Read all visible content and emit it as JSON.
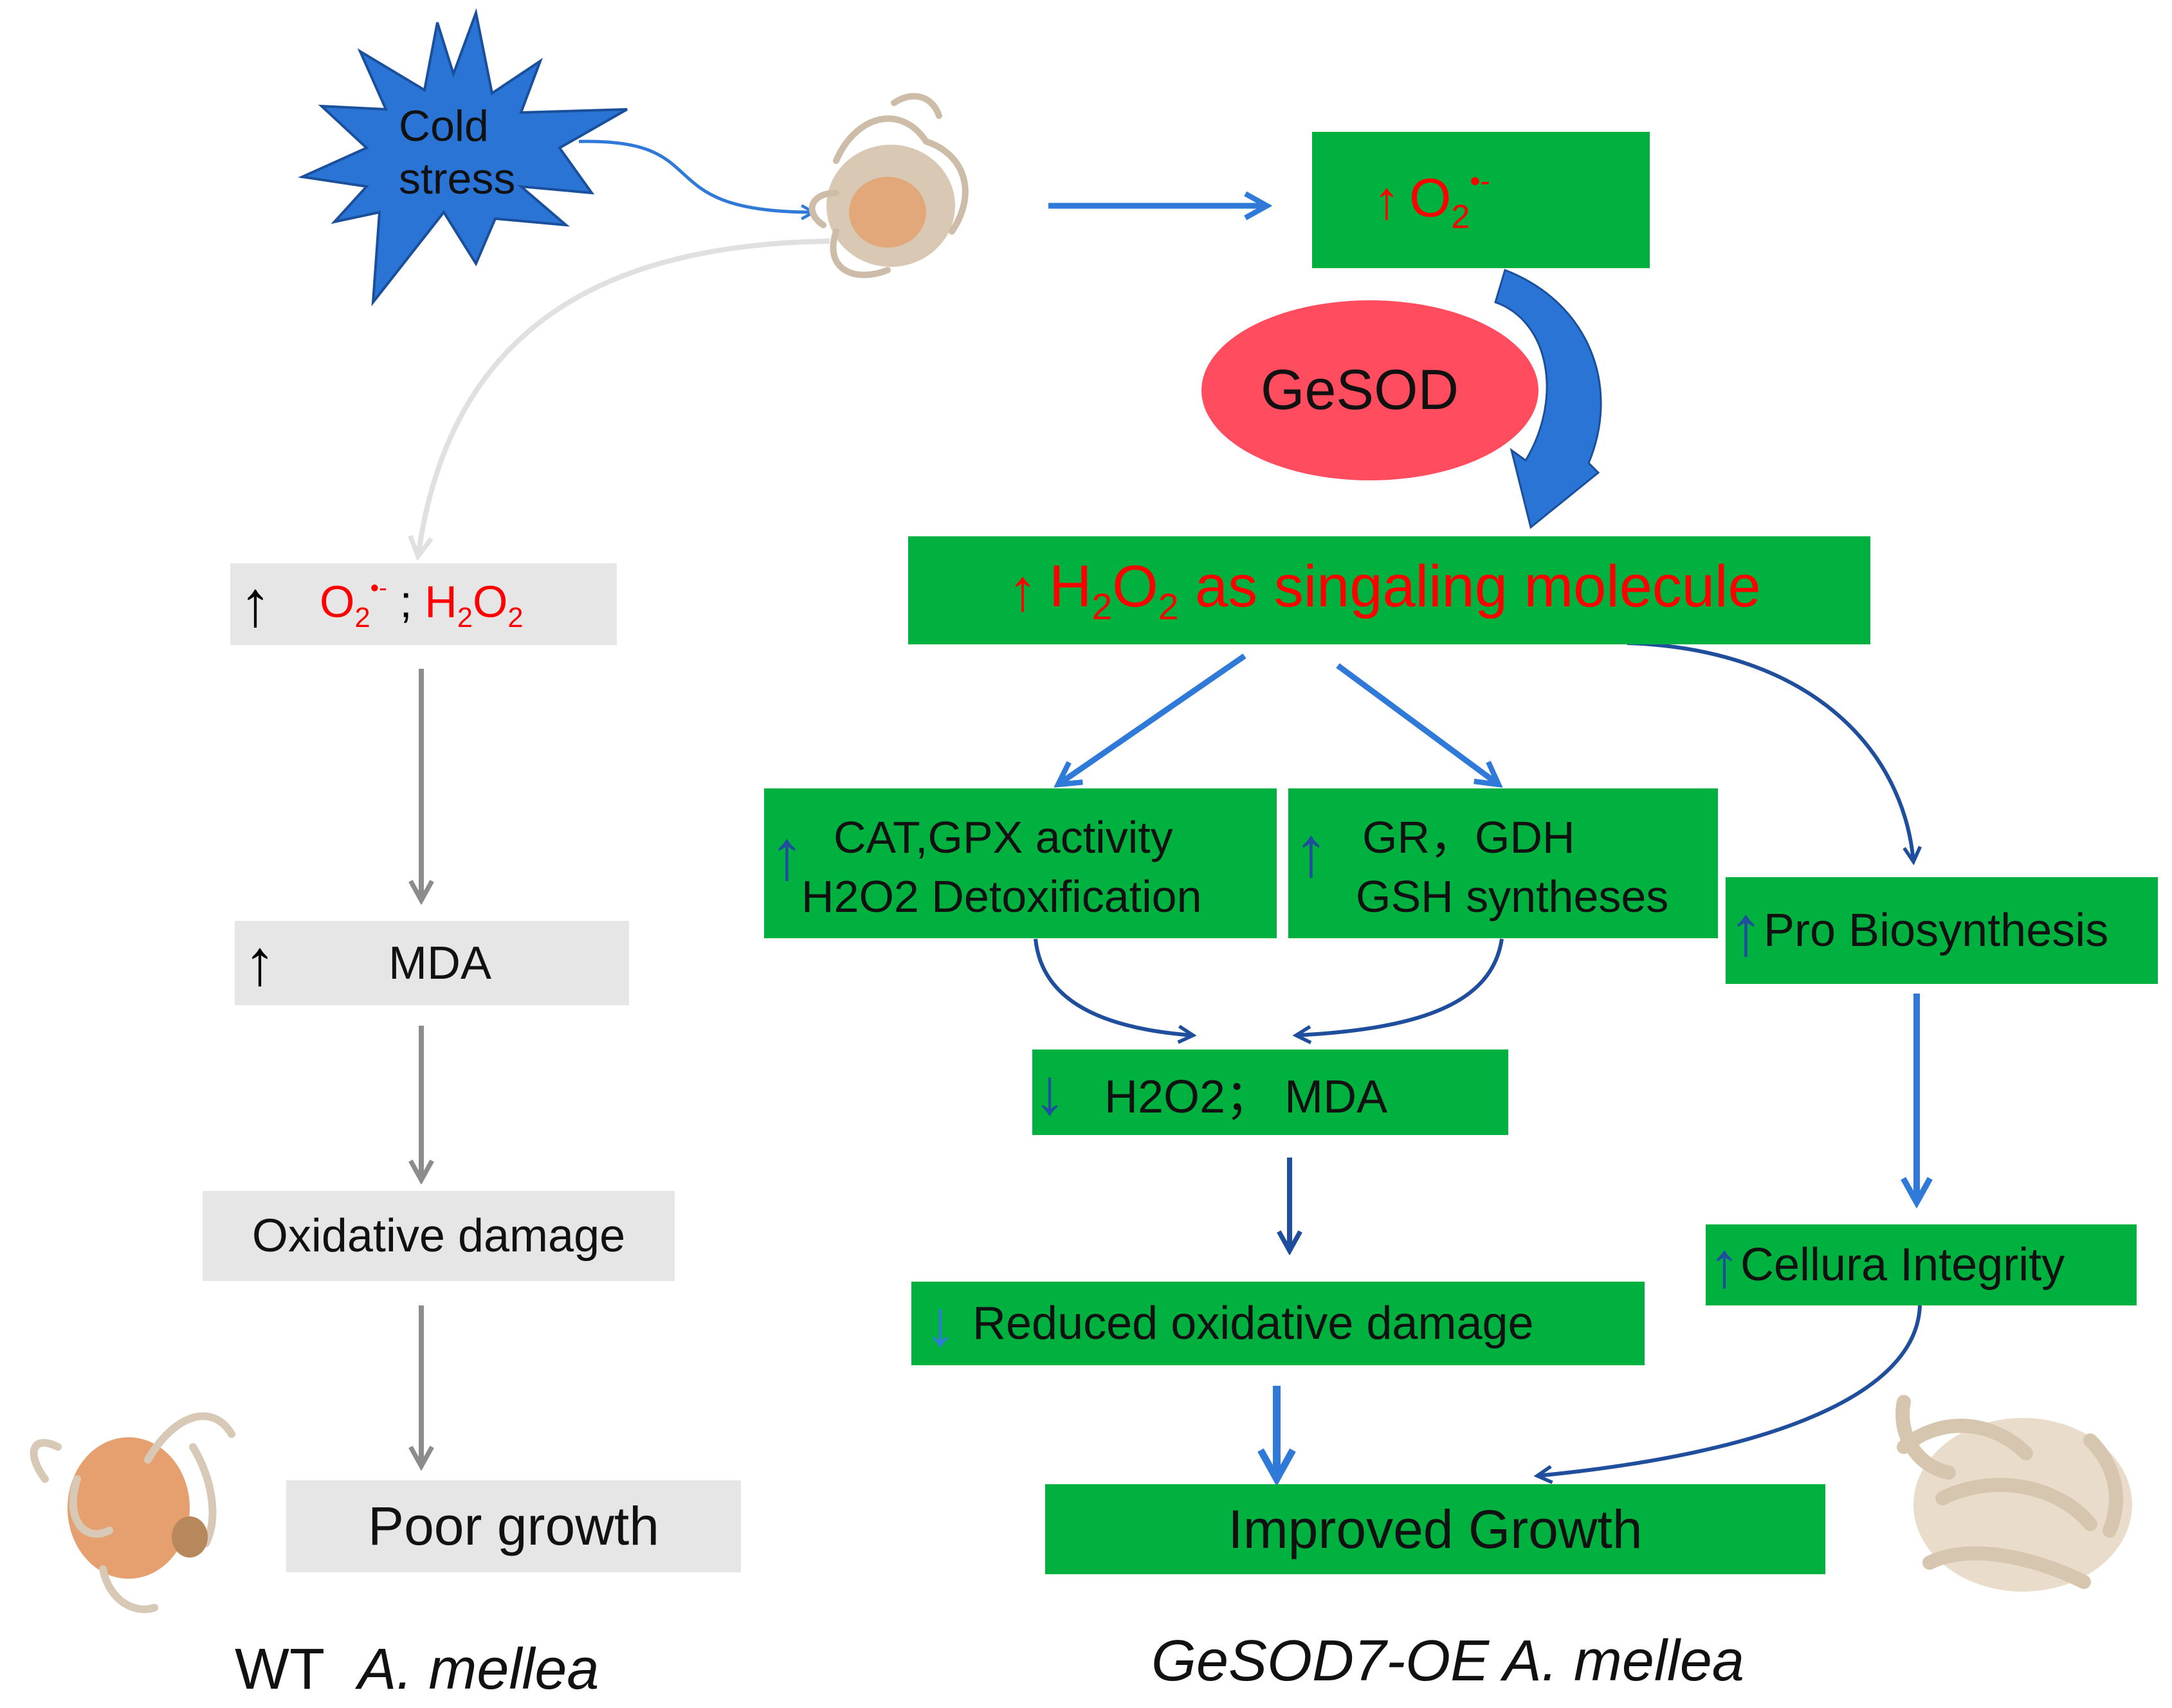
{
  "colors": {
    "node_green": "#00b140",
    "node_grey": "#e6e6e6",
    "gesod_ellipse": "#ff4d5f",
    "star_blue": "#2a74d6",
    "arrow_blue": "#2f79d8",
    "arrow_dark_blue": "#1f4e9c",
    "arrow_grey": "#8c8c8c",
    "arrow_light_grey": "#e0e0e0",
    "text_red": "#ff0000"
  },
  "icons": {
    "up_arrow": "↑",
    "down_arrow": "↓"
  },
  "stress": {
    "line1": "Cold",
    "line2": "stress"
  },
  "gesod": {
    "label": "GeSOD"
  },
  "right": {
    "o2_box": {
      "o2_base": "O",
      "o2_sub": "2",
      "o2_sup": "•-"
    },
    "h2o2_box": {
      "h": "H",
      "sub1": "2",
      "o": "O",
      "sub2": "2",
      "rest": " as singaling molecule"
    },
    "cat_box": {
      "line1": "CAT,GPX activity",
      "line2": "H2O2  Detoxification"
    },
    "gr_box": {
      "line1": "GR，GDH",
      "line2": "GSH syntheses"
    },
    "pro_box": {
      "label": "Pro Biosynthesis"
    },
    "h2o2_mda_box": {
      "label": "H2O2；  MDA"
    },
    "cellura_box": {
      "label": "Cellura Integrity"
    },
    "reduced_box": {
      "label": "Reduced oxidative damage"
    },
    "improved_box": {
      "label": "Improved Growth"
    },
    "caption_italic": "GeSOD7-OE A. mellea"
  },
  "left": {
    "ros_box": {
      "o2_base": "O",
      "o2_sub": "2",
      "o2_sup": "•-",
      "sep": " ; ",
      "h": "H",
      "sub1": "2",
      "o": "O",
      "sub2": "2"
    },
    "mda_box": {
      "label": "MDA"
    },
    "oxidative_box": {
      "label": "Oxidative damage"
    },
    "poor_box": {
      "label": "Poor growth"
    },
    "caption_plain": "WT ",
    "caption_italic": "A. mellea"
  }
}
